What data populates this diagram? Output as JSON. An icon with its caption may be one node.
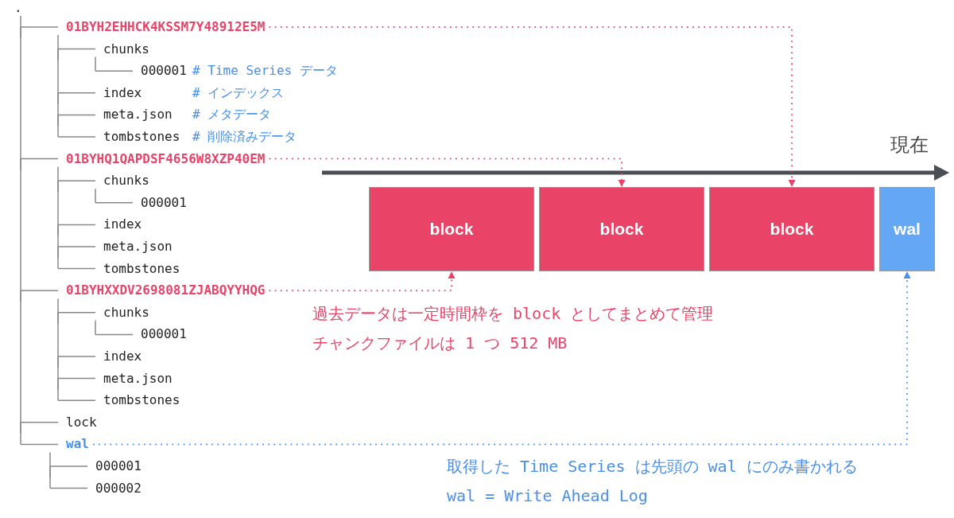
{
  "diagram": {
    "nodes": [
      {
        "text": [
          "01BYH2EHHCK4KSSM7Y48912E5M"
        ]
      },
      {
        "text": [
          "01BYHQ1QAPDSF4656W8XZP40EM"
        ]
      },
      {
        "text": [
          "01BYHXXDV2698081ZJABQYYHQG"
        ]
      },
      {
        "text": [
          "wal"
        ]
      },
      {
        "text": [
          "block"
        ]
      },
      {
        "text": [
          "block"
        ]
      },
      {
        "text": [
          "block"
        ]
      },
      {
        "text": [
          "wal"
        ]
      }
    ],
    "edges": [
      {
        "from": 0,
        "to": 6,
        "arrow": "to",
        "style": "dashed"
      },
      {
        "from": 1,
        "to": 5,
        "arrow": "to",
        "style": "dashed"
      },
      {
        "from": 2,
        "to": 4,
        "arrow": "to",
        "style": "dashed"
      },
      {
        "from": 3,
        "to": 7,
        "arrow": "to",
        "style": "dashed",
        "color": "#4a8fe8"
      }
    ],
    "labels": [
      ".",
      "chunks",
      "000001",
      "# Time Series データ",
      "index",
      "# インデックス",
      "meta.json",
      "# メタデータ",
      "tombstones",
      "# 削除済みデータ",
      "chunks",
      "000001",
      "index",
      "meta.json",
      "tombstones",
      "chunks",
      "000001",
      "index",
      "meta.json",
      "tombstones",
      "lock",
      "000001",
      "000002",
      "現在",
      "過去データは一定時間枠を block としてまとめて管理",
      "チャンクファイルは 1 つ 512 MB",
      "取得した Time Series は先頭の wal にのみ書かれる",
      "wal = Write Ahead Log"
    ]
  }
}
